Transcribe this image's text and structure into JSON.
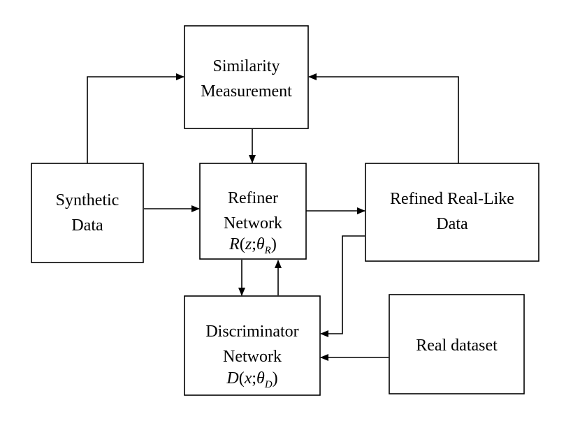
{
  "nodes": {
    "similarity": {
      "line1": "Similarity",
      "line2": "Measurement"
    },
    "synthetic": {
      "line1": "Synthetic",
      "line2": "Data"
    },
    "refiner": {
      "line1": "Refiner",
      "line2": "Network",
      "formula_fn": "R",
      "formula_var": "z",
      "formula_param": "θ",
      "formula_sub": "R"
    },
    "refined": {
      "line1": "Refined Real-Like",
      "line2": "Data"
    },
    "discriminator": {
      "line1": "Discriminator",
      "line2": "Network",
      "formula_fn": "D",
      "formula_var": "x",
      "formula_param": "θ",
      "formula_sub": "D"
    },
    "real": {
      "line1": "Real dataset"
    }
  },
  "edges": [
    {
      "from": "synthetic",
      "to": "similarity"
    },
    {
      "from": "refined",
      "to": "similarity"
    },
    {
      "from": "similarity",
      "to": "refiner"
    },
    {
      "from": "synthetic",
      "to": "refiner"
    },
    {
      "from": "refiner",
      "to": "refined"
    },
    {
      "from": "refiner",
      "to": "discriminator"
    },
    {
      "from": "discriminator",
      "to": "refiner"
    },
    {
      "from": "refined",
      "to": "discriminator"
    },
    {
      "from": "real",
      "to": "discriminator"
    }
  ],
  "colors": {
    "stroke": "#000000",
    "background": "#ffffff"
  }
}
